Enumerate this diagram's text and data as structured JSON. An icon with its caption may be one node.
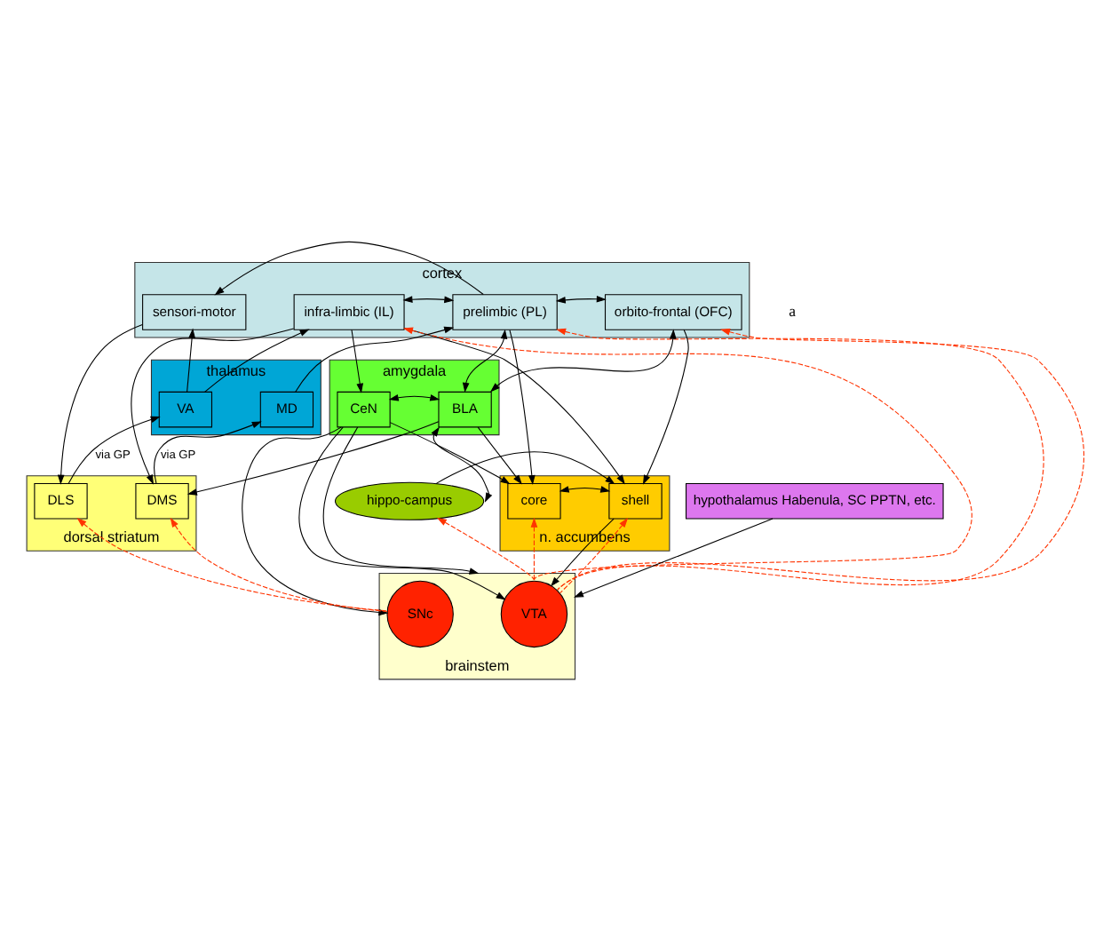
{
  "diagram": {
    "nodes": [
      {
        "text": [
          "cortex"
        ]
      },
      {
        "text": [
          "sensori-motor"
        ],
        "in": 0
      },
      {
        "text": [
          "infra-limbic (IL)"
        ],
        "in": 0
      },
      {
        "text": [
          "prelimbic (PL)"
        ],
        "in": 0
      },
      {
        "text": [
          "orbito-frontal (OFC)"
        ],
        "in": 0
      },
      {
        "text": [
          "thalamus"
        ]
      },
      {
        "text": [
          "VA"
        ],
        "in": 5
      },
      {
        "text": [
          "MD"
        ],
        "in": 5
      },
      {
        "text": [
          "amygdala"
        ]
      },
      {
        "text": [
          "CeN"
        ],
        "in": 8
      },
      {
        "text": [
          "BLA"
        ],
        "in": 8
      },
      {
        "text": [
          "hippo-campus"
        ]
      },
      {
        "text": [
          "dorsal striatum"
        ]
      },
      {
        "text": [
          "DLS"
        ],
        "in": 12
      },
      {
        "text": [
          "DMS"
        ],
        "in": 12
      },
      {
        "text": [
          "n. accumbens"
        ]
      },
      {
        "text": [
          "core"
        ],
        "in": 15
      },
      {
        "text": [
          "shell"
        ],
        "in": 15
      },
      {
        "text": [
          "brainstem"
        ]
      },
      {
        "text": [
          "SNc"
        ],
        "in": 18
      },
      {
        "text": [
          "VTA"
        ],
        "in": 18
      },
      {
        "text": [
          "hypothalamus Habenula, SC PPTN, etc."
        ]
      }
    ],
    "edges": [
      {
        "from": 2,
        "to": 3,
        "arrow": "both"
      },
      {
        "from": 3,
        "to": 4,
        "arrow": "both"
      },
      {
        "from": 6,
        "to": 1,
        "arrow": "to"
      },
      {
        "from": 6,
        "to": 2,
        "arrow": "to"
      },
      {
        "from": 7,
        "to": 3,
        "arrow": "to"
      },
      {
        "from": 3,
        "to": 1,
        "arrow": "to"
      },
      {
        "from": 1,
        "to": 13,
        "arrow": "to"
      },
      {
        "from": 2,
        "to": 14,
        "arrow": "to"
      },
      {
        "from": 13,
        "to": 6,
        "arrow": "to",
        "label": "via GP"
      },
      {
        "from": 14,
        "to": 7,
        "arrow": "to",
        "label": "via GP"
      },
      {
        "from": 2,
        "to": 9,
        "arrow": "to"
      },
      {
        "from": 3,
        "to": 10,
        "arrow": "both"
      },
      {
        "from": 4,
        "to": 10,
        "arrow": "both"
      },
      {
        "from": 9,
        "to": 10,
        "arrow": "both"
      },
      {
        "from": 10,
        "to": 11,
        "arrow": "both"
      },
      {
        "from": 2,
        "to": 17,
        "arrow": "to"
      },
      {
        "from": 3,
        "to": 16,
        "arrow": "to"
      },
      {
        "from": 4,
        "to": 17,
        "arrow": "to"
      },
      {
        "from": 10,
        "to": 14,
        "arrow": "to"
      },
      {
        "from": 10,
        "to": 16,
        "arrow": "to"
      },
      {
        "from": 9,
        "to": 16,
        "arrow": "to"
      },
      {
        "from": 11,
        "to": 17,
        "arrow": "to"
      },
      {
        "from": 16,
        "to": 17,
        "arrow": "both"
      },
      {
        "from": 9,
        "to": 19,
        "arrow": "to"
      },
      {
        "from": 9,
        "to": 20,
        "arrow": "to"
      },
      {
        "from": 9,
        "to": 18,
        "arrow": "to"
      },
      {
        "from": 17,
        "to": 20,
        "arrow": "to"
      },
      {
        "from": 21,
        "to": 18,
        "arrow": "to"
      },
      {
        "from": 19,
        "to": 13,
        "arrow": "to",
        "style": "dashed",
        "color": "#ff3300"
      },
      {
        "from": 19,
        "to": 14,
        "arrow": "to",
        "style": "dashed",
        "color": "#ff3300"
      },
      {
        "from": 20,
        "to": 16,
        "arrow": "to",
        "style": "dashed",
        "color": "#ff3300"
      },
      {
        "from": 20,
        "to": 17,
        "arrow": "to",
        "style": "dashed",
        "color": "#ff3300"
      },
      {
        "from": 20,
        "to": 11,
        "arrow": "to",
        "style": "dashed",
        "color": "#ff3300"
      },
      {
        "from": 20,
        "to": 4,
        "arrow": "to",
        "style": "dashed",
        "color": "#ff3300"
      },
      {
        "from": 20,
        "to": 3,
        "arrow": "to",
        "style": "dashed",
        "color": "#ff3300"
      },
      {
        "from": 20,
        "to": 2,
        "arrow": "to",
        "style": "dashed",
        "color": "#ff3300"
      }
    ],
    "labels": [
      "a"
    ]
  }
}
